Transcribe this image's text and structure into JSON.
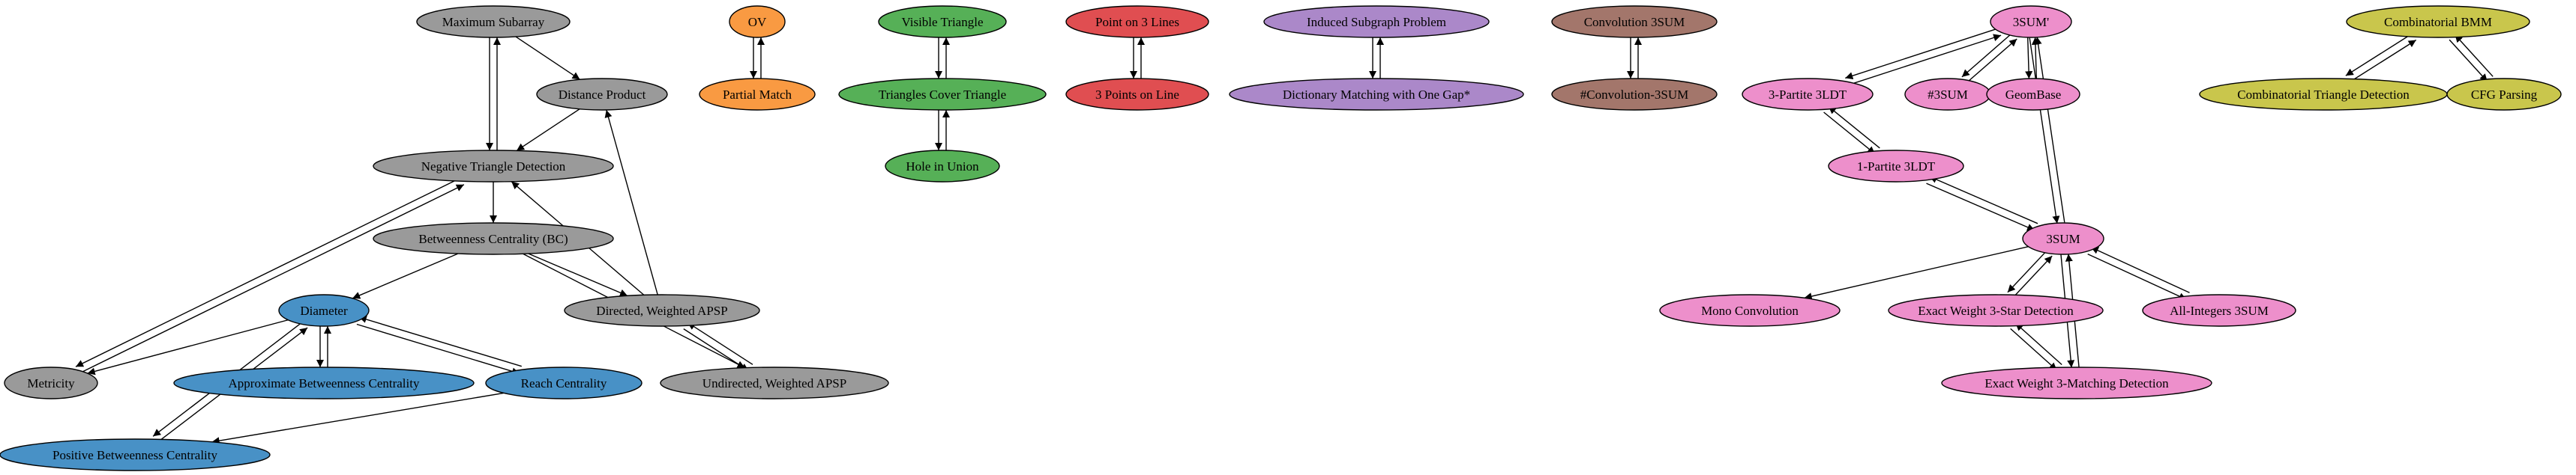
{
  "colors": {
    "gray": "#9a9a9a",
    "orange": "#f99a42",
    "green": "#56b057",
    "red": "#e04e51",
    "purple": "#ab88c9",
    "brown": "#a3766b",
    "pink": "#ed8fcb",
    "blue": "#4891c6",
    "olive": "#c9c64c"
  },
  "nodes": [
    {
      "id": "max_subarray",
      "label": "Maximum Subarray",
      "color": "gray"
    },
    {
      "id": "distance_product",
      "label": "Distance Product",
      "color": "gray"
    },
    {
      "id": "neg_triangle",
      "label": "Negative Triangle Detection",
      "color": "gray"
    },
    {
      "id": "bc",
      "label": "Betweenness Centrality (BC)",
      "color": "gray"
    },
    {
      "id": "directed_apsp",
      "label": "Directed, Weighted APSP",
      "color": "gray"
    },
    {
      "id": "undirected_apsp",
      "label": "Undirected, Weighted APSP",
      "color": "gray"
    },
    {
      "id": "metricity",
      "label": "Metricity",
      "color": "gray"
    },
    {
      "id": "diameter",
      "label": "Diameter",
      "color": "blue"
    },
    {
      "id": "approx_bc",
      "label": "Approximate Betweenness Centrality",
      "color": "blue"
    },
    {
      "id": "reach",
      "label": "Reach Centrality",
      "color": "blue"
    },
    {
      "id": "pos_bc",
      "label": "Positive Betweenness Centrality",
      "color": "blue"
    },
    {
      "id": "ov",
      "label": "OV",
      "color": "orange"
    },
    {
      "id": "partial_match",
      "label": "Partial Match",
      "color": "orange"
    },
    {
      "id": "visible_triangle",
      "label": "Visible Triangle",
      "color": "green"
    },
    {
      "id": "triangles_cover",
      "label": "Triangles Cover Triangle",
      "color": "green"
    },
    {
      "id": "hole_union",
      "label": "Hole in Union",
      "color": "green"
    },
    {
      "id": "point3lines",
      "label": "Point on 3 Lines",
      "color": "red"
    },
    {
      "id": "points3line",
      "label": "3 Points on Line",
      "color": "red"
    },
    {
      "id": "induced_subgraph",
      "label": "Induced Subgraph Problem",
      "color": "purple"
    },
    {
      "id": "dict_matching",
      "label": "Dictionary Matching with One Gap*",
      "color": "purple"
    },
    {
      "id": "conv3sum",
      "label": "Convolution 3SUM",
      "color": "brown"
    },
    {
      "id": "sharp_conv3sum",
      "label": "#Convolution-3SUM",
      "color": "brown"
    },
    {
      "id": "threesum_prime",
      "label": "3SUM'",
      "color": "pink"
    },
    {
      "id": "tripartite",
      "label": "3-Partite 3LDT",
      "color": "pink"
    },
    {
      "id": "sharp3sum",
      "label": "#3SUM",
      "color": "pink"
    },
    {
      "id": "geombase",
      "label": "GeomBase",
      "color": "pink"
    },
    {
      "id": "onepartite",
      "label": "1-Partite 3LDT",
      "color": "pink"
    },
    {
      "id": "threesum",
      "label": "3SUM",
      "color": "pink"
    },
    {
      "id": "mono_conv",
      "label": "Mono Convolution",
      "color": "pink"
    },
    {
      "id": "star",
      "label": "Exact Weight 3-Star Detection",
      "color": "pink"
    },
    {
      "id": "allint",
      "label": "All-Integers 3SUM",
      "color": "pink"
    },
    {
      "id": "matching",
      "label": "Exact Weight 3-Matching Detection",
      "color": "pink"
    },
    {
      "id": "bmm",
      "label": "Combinatorial BMM",
      "color": "olive"
    },
    {
      "id": "comb_tri",
      "label": "Combinatorial Triangle Detection",
      "color": "olive"
    },
    {
      "id": "cfg",
      "label": "CFG Parsing",
      "color": "olive"
    }
  ],
  "edges": [
    [
      "max_subarray",
      "neg_triangle"
    ],
    [
      "neg_triangle",
      "max_subarray"
    ],
    [
      "max_subarray",
      "distance_product"
    ],
    [
      "distance_product",
      "neg_triangle"
    ],
    [
      "neg_triangle",
      "bc"
    ],
    [
      "neg_triangle",
      "metricity"
    ],
    [
      "metricity",
      "neg_triangle"
    ],
    [
      "bc",
      "diameter"
    ],
    [
      "bc",
      "directed_apsp"
    ],
    [
      "bc",
      "undirected_apsp"
    ],
    [
      "directed_apsp",
      "distance_product"
    ],
    [
      "directed_apsp",
      "neg_triangle"
    ],
    [
      "directed_apsp",
      "undirected_apsp"
    ],
    [
      "undirected_apsp",
      "directed_apsp"
    ],
    [
      "diameter",
      "metricity"
    ],
    [
      "diameter",
      "approx_bc"
    ],
    [
      "approx_bc",
      "diameter"
    ],
    [
      "diameter",
      "reach"
    ],
    [
      "reach",
      "diameter"
    ],
    [
      "diameter",
      "pos_bc"
    ],
    [
      "pos_bc",
      "diameter"
    ],
    [
      "reach",
      "pos_bc"
    ],
    [
      "ov",
      "partial_match"
    ],
    [
      "partial_match",
      "ov"
    ],
    [
      "visible_triangle",
      "triangles_cover"
    ],
    [
      "triangles_cover",
      "visible_triangle"
    ],
    [
      "triangles_cover",
      "hole_union"
    ],
    [
      "hole_union",
      "triangles_cover"
    ],
    [
      "point3lines",
      "points3line"
    ],
    [
      "points3line",
      "point3lines"
    ],
    [
      "induced_subgraph",
      "dict_matching"
    ],
    [
      "dict_matching",
      "induced_subgraph"
    ],
    [
      "conv3sum",
      "sharp_conv3sum"
    ],
    [
      "sharp_conv3sum",
      "conv3sum"
    ],
    [
      "threesum_prime",
      "tripartite"
    ],
    [
      "tripartite",
      "threesum_prime"
    ],
    [
      "threesum_prime",
      "sharp3sum"
    ],
    [
      "sharp3sum",
      "threesum_prime"
    ],
    [
      "threesum_prime",
      "geombase"
    ],
    [
      "geombase",
      "threesum_prime"
    ],
    [
      "threesum_prime",
      "threesum"
    ],
    [
      "threesum",
      "threesum_prime"
    ],
    [
      "tripartite",
      "onepartite"
    ],
    [
      "onepartite",
      "tripartite"
    ],
    [
      "onepartite",
      "threesum"
    ],
    [
      "threesum",
      "onepartite"
    ],
    [
      "threesum",
      "mono_conv"
    ],
    [
      "threesum",
      "star"
    ],
    [
      "star",
      "threesum"
    ],
    [
      "threesum",
      "allint"
    ],
    [
      "allint",
      "threesum"
    ],
    [
      "threesum",
      "matching"
    ],
    [
      "matching",
      "threesum"
    ],
    [
      "star",
      "matching"
    ],
    [
      "matching",
      "star"
    ],
    [
      "bmm",
      "comb_tri"
    ],
    [
      "comb_tri",
      "bmm"
    ],
    [
      "bmm",
      "cfg"
    ],
    [
      "cfg",
      "bmm"
    ]
  ]
}
